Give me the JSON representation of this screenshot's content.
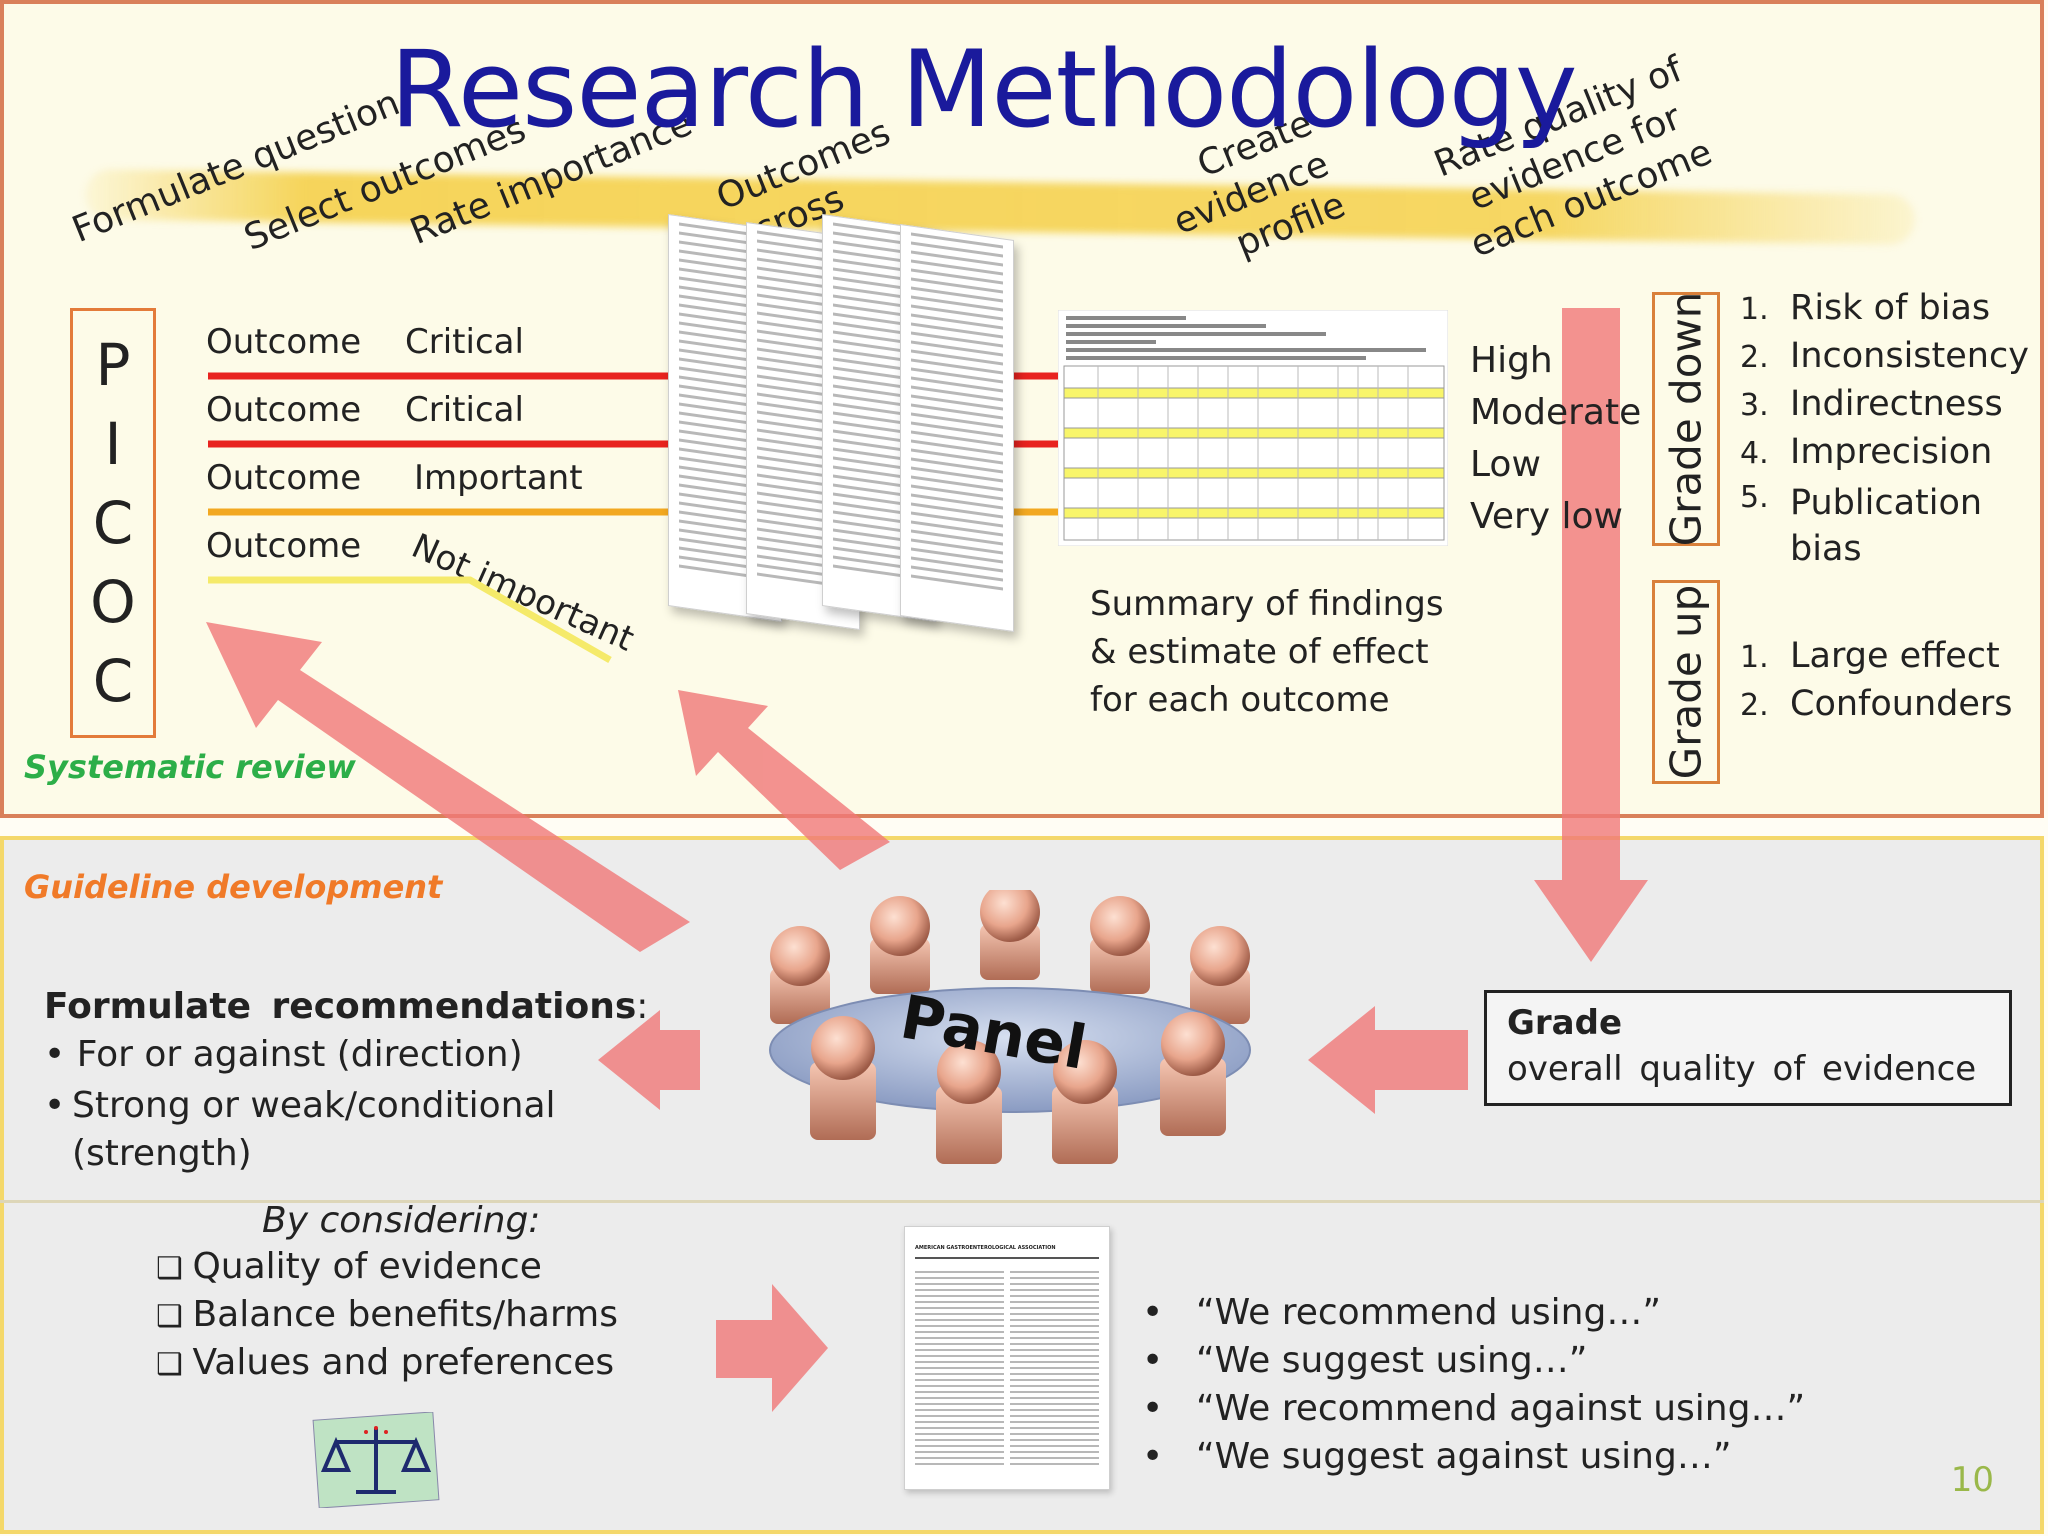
{
  "title": "Research Methodology",
  "steps": [
    "Formulate question",
    "Select outcomes",
    "Rate importance",
    "Outcomes across studies",
    "Create evidence profile",
    "Rate quality of evidence for each outcome"
  ],
  "picoc": [
    "P",
    "I",
    "C",
    "O",
    "C"
  ],
  "outcomes": [
    {
      "label": "Outcome",
      "importance": "Critical"
    },
    {
      "label": "Outcome",
      "importance": "Critical"
    },
    {
      "label": "Outcome",
      "importance": "Important"
    },
    {
      "label": "Outcome",
      "importance": "Not important"
    }
  ],
  "summary_text": [
    "Summary of findings",
    "& estimate of effect",
    "for each outcome"
  ],
  "quality_levels": [
    "High",
    "Moderate",
    "Low",
    "Very low"
  ],
  "grade_down": {
    "label": "Grade down",
    "items": [
      {
        "num": "1.",
        "text": "Risk of bias"
      },
      {
        "num": "2.",
        "text": "Inconsistency"
      },
      {
        "num": "3.",
        "text": "Indirectness"
      },
      {
        "num": "4.",
        "text": "Imprecision"
      },
      {
        "num": "5.",
        "text": "Publication bias"
      }
    ]
  },
  "grade_up": {
    "label": "Grade up",
    "items": [
      {
        "num": "1.",
        "text": "Large effect"
      },
      {
        "num": "2.",
        "text": "Confounders"
      }
    ]
  },
  "systematic_review_label": "Systematic review",
  "guideline_label": "Guideline development",
  "panel_label": "Panel",
  "grade_box": {
    "title": "Grade",
    "subtitle": "overall quality of evidence"
  },
  "recommendations": {
    "heading": "Formulate recommendations",
    "items": [
      "For or against (direction)",
      "Strong or weak/conditional (strength)"
    ]
  },
  "considering": {
    "heading": "By considering:",
    "items": [
      "Quality of evidence",
      "Balance benefits/harms",
      "Values and preferences"
    ]
  },
  "guideline_doc_header": "AMERICAN GASTROENTEROLOGICAL ASSOCIATION",
  "quotes": [
    "“We recommend using…”",
    "“We suggest using…”",
    "“We recommend against using…”",
    "“We suggest against using…”"
  ],
  "page_number": "10",
  "colors": {
    "title": "#1a1a9c",
    "critical": "#e8231f",
    "important": "#f2a821",
    "not_important": "#f5ea6a",
    "arrow": "#f07878",
    "green": "#2cae48",
    "orange": "#f07a28"
  }
}
